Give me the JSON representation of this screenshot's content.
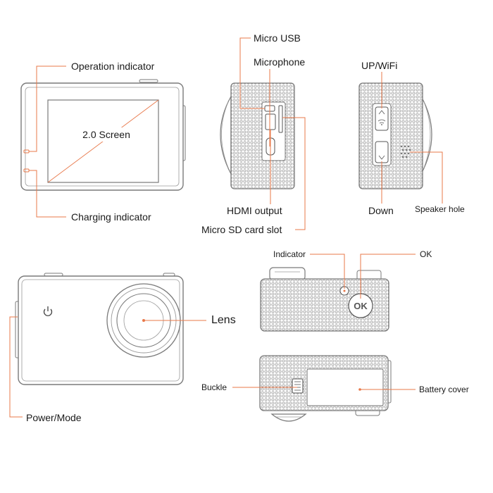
{
  "labels": {
    "operation_indicator": "Operation indicator",
    "screen": "2.0 Screen",
    "charging_indicator": "Charging indicator",
    "micro_usb": "Micro USB",
    "microphone": "Microphone",
    "hdmi_output": "HDMI output",
    "micro_sd_slot": "Micro SD card slot",
    "up_wifi": "UP/WiFi",
    "down": "Down",
    "speaker_hole": "Speaker hole",
    "power_mode": "Power/Mode",
    "lens": "Lens",
    "indicator": "Indicator",
    "ok": "OK",
    "ok_button_text": "OK",
    "buckle": "Buckle",
    "battery_cover": "Battery cover"
  },
  "colors": {
    "leader_line": "#e8784a",
    "outline": "#7a7a7a",
    "texture": "#9a9a9a"
  }
}
